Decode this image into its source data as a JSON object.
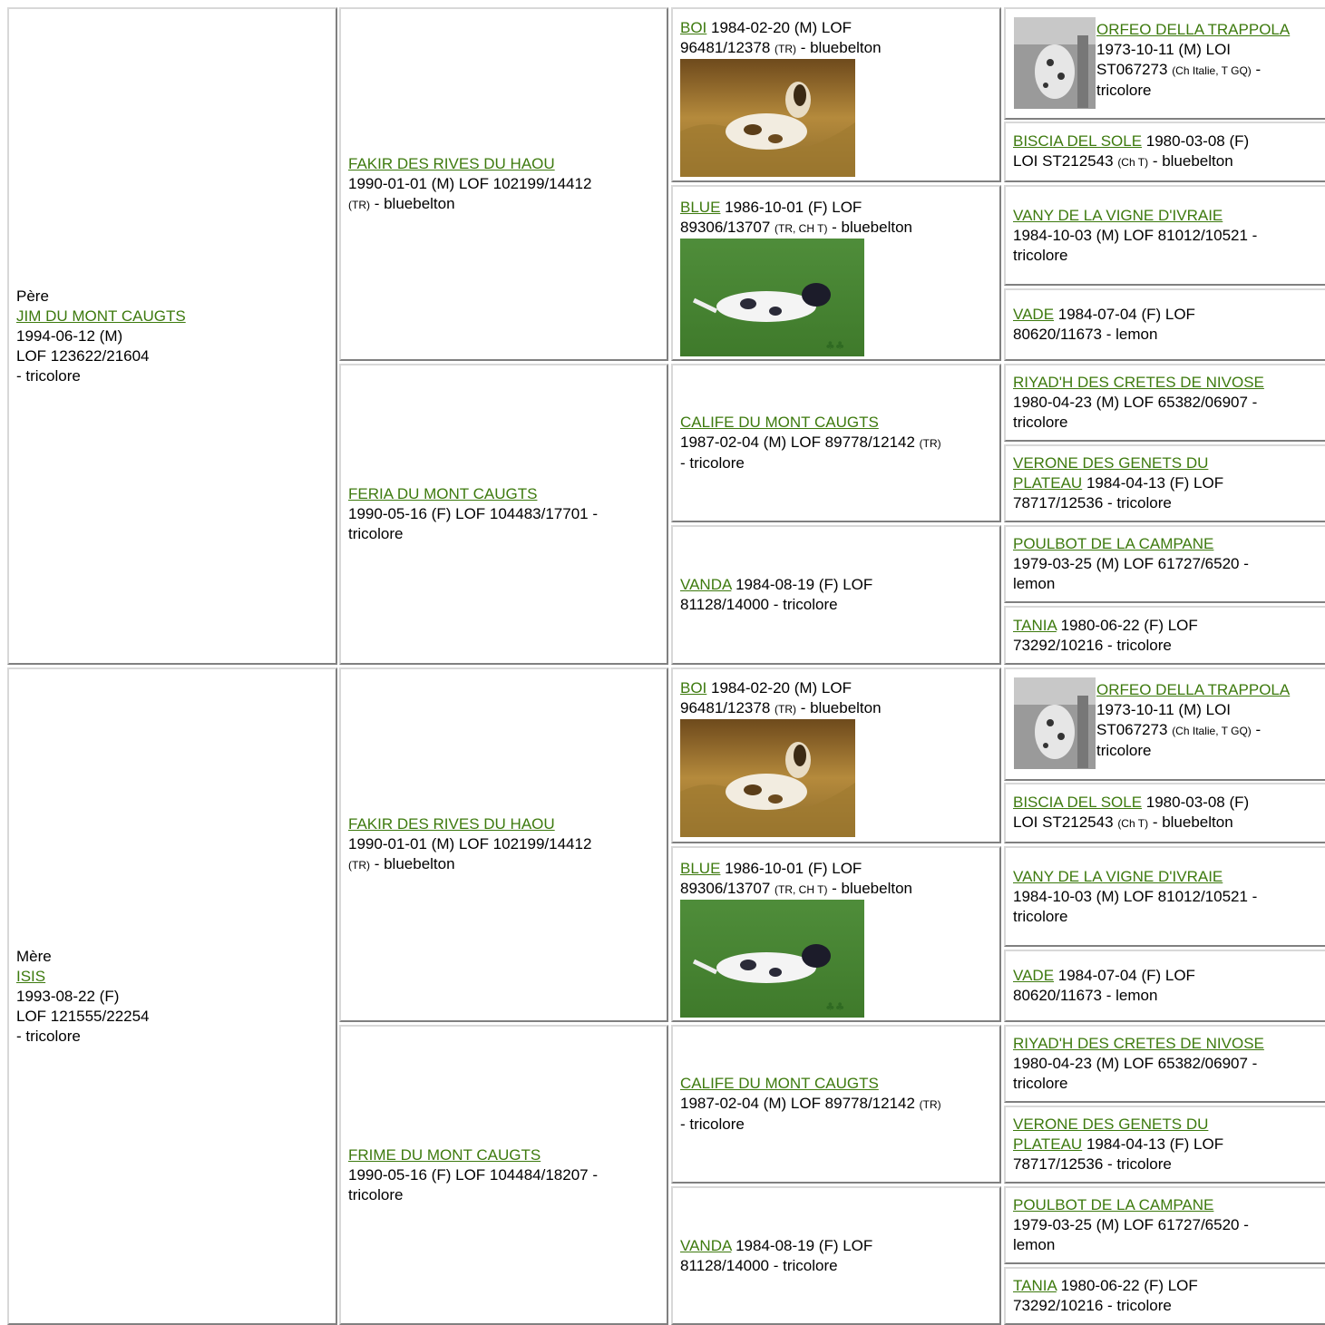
{
  "colors": {
    "link": "#3d7a0e",
    "border_light": "#d8d8d8",
    "border_dark": "#808080"
  },
  "parents": [
    {
      "role": "Père",
      "name": "JIM DU MONT CAUGTS",
      "line1": "1994-06-12 (M)",
      "line2": "LOF 123622/21604",
      "line3": "- tricolore",
      "gp1": {
        "name": "FAKIR DES RIVES DU HAOU",
        "info": "1990-01-01 (M) LOF 102199/14412",
        "titles": "(TR)",
        "color": " - bluebelton",
        "ggp1": {
          "name": "BOI",
          "info1": " 1984-02-20 (M) LOF",
          "info2": "96481/12378 ",
          "titles": "(TR)",
          "color": " - bluebelton",
          "photo": "setter-in-brown-field"
        },
        "ggp2": {
          "name": "BLUE",
          "info1": " 1986-10-01 (F) LOF",
          "info2": "89306/13707 ",
          "titles": "(TR, CH T)",
          "color": " - bluebelton",
          "photo": "setter-running-in-green-grass"
        },
        "gggp": [
          {
            "name": "ORFEO DELLA TRAPPOLA",
            "info1": "1973-10-11 (M) LOI",
            "info2": "ST067273 ",
            "titles": "(Ch Italie, T GQ)",
            "color": " -",
            "color2": "tricolore",
            "photo": "black-white-dog-photo"
          },
          {
            "name": "BISCIA DEL SOLE",
            "info1": " 1980-03-08 (F)",
            "info2": "LOI ST212543 ",
            "titles": "(Ch T)",
            "color": " - bluebelton"
          },
          {
            "name": "VANY DE LA VIGNE D'IVRAIE",
            "info1": "1984-10-03 (M) LOF 81012/10521 -",
            "info2": "tricolore"
          },
          {
            "name": "VADE",
            "info1": " 1984-07-04 (F) LOF",
            "info2": "80620/11673 - lemon"
          }
        ]
      },
      "gp2": {
        "name": "FERIA DU MONT CAUGTS",
        "info": "1990-05-16 (F) LOF 104483/17701 -",
        "info2": "tricolore",
        "ggp1": {
          "name": "CALIFE DU MONT CAUGTS",
          "info": "1987-02-04 (M) LOF 89778/12142 ",
          "titles": "(TR)",
          "info2": "- tricolore"
        },
        "ggp2": {
          "name": "VANDA",
          "info1": " 1984-08-19 (F) LOF",
          "info2": "81128/14000 - tricolore"
        },
        "gggp": [
          {
            "name": "RIYAD'H DES CRETES DE NIVOSE",
            "info1": "1980-04-23 (M) LOF 65382/06907 -",
            "info2": "tricolore"
          },
          {
            "name1": "VERONE DES GENETS DU",
            "name2": "PLATEAU",
            "info1": " 1984-04-13 (F) LOF",
            "info2": "78717/12536 - tricolore"
          },
          {
            "name": "POULBOT DE LA CAMPANE",
            "info1": "1979-03-25 (M) LOF 61727/6520 -",
            "info2": "lemon"
          },
          {
            "name": "TANIA",
            "info1": " 1980-06-22 (F) LOF",
            "info2": "73292/10216 - tricolore"
          }
        ]
      }
    },
    {
      "role": "Mère",
      "name": "ISIS",
      "line1": "1993-08-22 (F)",
      "line2": "LOF 121555/22254",
      "line3": "- tricolore",
      "gp1": {
        "name": "FAKIR DES RIVES DU HAOU",
        "info": "1990-01-01 (M) LOF 102199/14412",
        "titles": "(TR)",
        "color": " - bluebelton",
        "ggp1": {
          "name": "BOI",
          "info1": " 1984-02-20 (M) LOF",
          "info2": "96481/12378 ",
          "titles": "(TR)",
          "color": " - bluebelton",
          "photo": "setter-in-brown-field"
        },
        "ggp2": {
          "name": "BLUE",
          "info1": " 1986-10-01 (F) LOF",
          "info2": "89306/13707 ",
          "titles": "(TR, CH T)",
          "color": " - bluebelton",
          "photo": "setter-running-in-green-grass"
        },
        "gggp": [
          {
            "name": "ORFEO DELLA TRAPPOLA",
            "info1": "1973-10-11 (M) LOI",
            "info2": "ST067273 ",
            "titles": "(Ch Italie, T GQ)",
            "color": " -",
            "color2": "tricolore",
            "photo": "black-white-dog-photo"
          },
          {
            "name": "BISCIA DEL SOLE",
            "info1": " 1980-03-08 (F)",
            "info2": "LOI ST212543 ",
            "titles": "(Ch T)",
            "color": " - bluebelton"
          },
          {
            "name": "VANY DE LA VIGNE D'IVRAIE",
            "info1": "1984-10-03 (M) LOF 81012/10521 -",
            "info2": "tricolore"
          },
          {
            "name": "VADE",
            "info1": " 1984-07-04 (F) LOF",
            "info2": "80620/11673 - lemon"
          }
        ]
      },
      "gp2": {
        "name": "FRIME DU MONT CAUGTS",
        "info": "1990-05-16 (F) LOF 104484/18207 -",
        "info2": "tricolore",
        "ggp1": {
          "name": "CALIFE DU MONT CAUGTS",
          "info": "1987-02-04 (M) LOF 89778/12142 ",
          "titles": "(TR)",
          "info2": "- tricolore"
        },
        "ggp2": {
          "name": "VANDA",
          "info1": " 1984-08-19 (F) LOF",
          "info2": "81128/14000 - tricolore"
        },
        "gggp": [
          {
            "name": "RIYAD'H DES CRETES DE NIVOSE",
            "info1": "1980-04-23 (M) LOF 65382/06907 -",
            "info2": "tricolore"
          },
          {
            "name1": "VERONE DES GENETS DU",
            "name2": "PLATEAU",
            "info1": " 1984-04-13 (F) LOF",
            "info2": "78717/12536 - tricolore"
          },
          {
            "name": "POULBOT DE LA CAMPANE",
            "info1": "1979-03-25 (M) LOF 61727/6520 -",
            "info2": "lemon"
          },
          {
            "name": "TANIA",
            "info1": " 1980-06-22 (F) LOF",
            "info2": "73292/10216 - tricolore"
          }
        ]
      }
    }
  ]
}
